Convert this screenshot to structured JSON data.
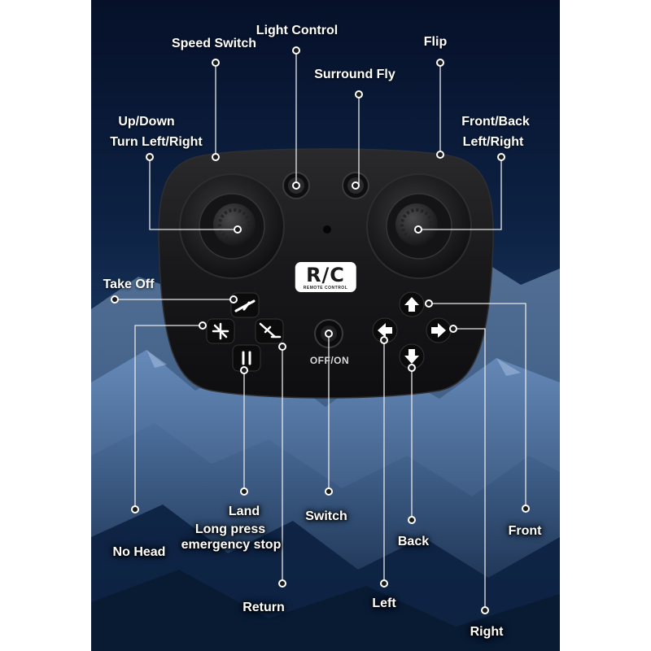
{
  "colors": {
    "background_top": "#05122a",
    "background_bottom": "#3a5c88",
    "controller_body": "#161618",
    "label_text": "#ffffff",
    "leader_line": "#e8e8e8"
  },
  "brand": {
    "logo": "R/C",
    "subtitle": "REMOTE CONTROL"
  },
  "switch_text": "OFF/ON",
  "labels": {
    "speed_switch": "Speed Switch",
    "light_control": "Light Control",
    "flip": "Flip",
    "surround_fly": "Surround Fly",
    "left_stick": [
      "Up/Down",
      "Turn Left/Right"
    ],
    "right_stick": [
      "Front/Back",
      "Left/Right"
    ],
    "take_off": "Take Off",
    "no_head": "No Head",
    "land": [
      "Land",
      "Long press",
      "emergency stop"
    ],
    "switch": "Switch",
    "return": "Return",
    "back": "Back",
    "front": "Front",
    "left": "Left",
    "right": "Right"
  }
}
